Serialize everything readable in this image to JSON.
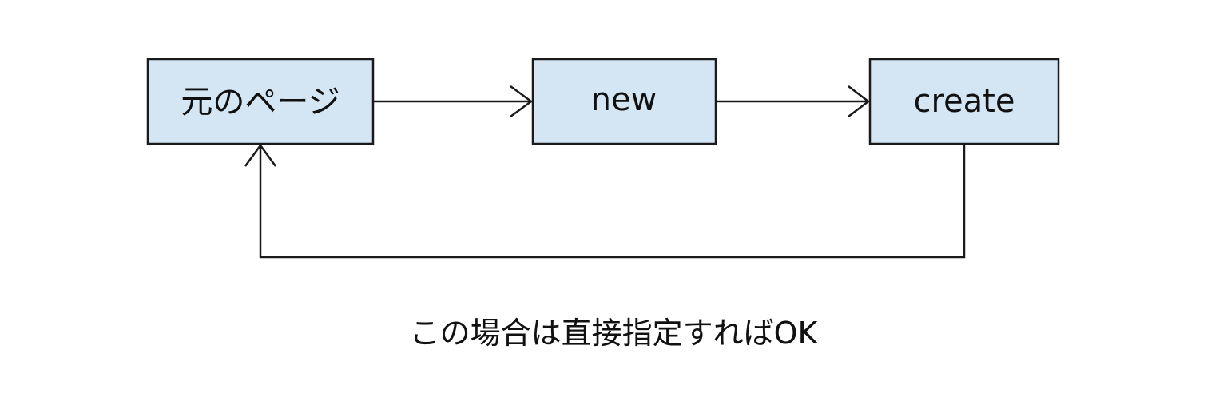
{
  "nodes": {
    "original_page": "元のページ",
    "new_action": "new",
    "create_action": "create"
  },
  "caption": "この場合は直接指定すればOK",
  "colors": {
    "node_fill": "#d4e6f4",
    "stroke": "#1a1a1a"
  }
}
